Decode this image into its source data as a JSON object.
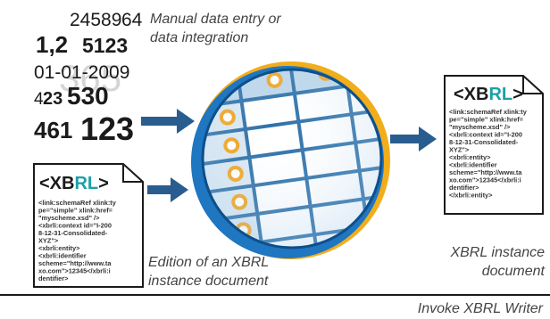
{
  "captions": {
    "manual_entry": [
      "Manual data entry or",
      "data integration"
    ],
    "edition": [
      "Edition of an XBRL",
      "instance document"
    ],
    "output": [
      "XBRL instance",
      "document"
    ],
    "invoke": "Invoke XBRL Writer"
  },
  "number_stack": {
    "lines": [
      "24589",
      "64",
      "1,2",
      "5123",
      "01-01-2009",
      "4",
      "23",
      "530",
      "461",
      "123",
      "365"
    ]
  },
  "xbrl_doc": {
    "title_prefix": "<XB",
    "title_accent": "RL",
    "title_suffix": ">",
    "lines": [
      "<link:schemaRef xlink:ty",
      "pe=\"simple\" xlink:href=",
      "\"myscheme.xsd\" />",
      "<xbrli:context id=\"I-200",
      "8-12-31-Consolidated-",
      "XYZ\">",
      "  <xbrli:entity>",
      "    <xbrli:identifier",
      "scheme=\"http://www.ta",
      "xo.com\">12345</xbrli:i",
      "dentifier>",
      "  </xbrli:entity>"
    ]
  },
  "colors": {
    "arrow": "#2a5d8f",
    "blue_ring": "#1f76c1",
    "yellow_ring": "#f2ad1b",
    "table_line": "#2b6fa8",
    "cell_fill": "#d8e7f2",
    "xbrl_accent": "#1aa0a8",
    "ink": "#1a1a1a"
  },
  "icons": [
    "number-stack",
    "xbrl-document",
    "magnifier-table",
    "right-arrow"
  ]
}
